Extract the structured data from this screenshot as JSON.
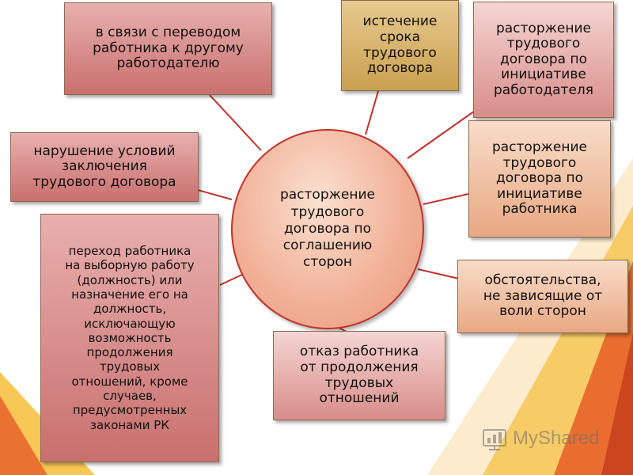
{
  "center": {
    "label": "расторжение\nтрудового\nдоговора по\nсоглашению\nсторон"
  },
  "nodes": {
    "transfer": "в связи с переводом\nработника к другому\nработодателю",
    "expiry": "истечение\nсрока\nтрудового\nдоговора",
    "employer_initiative": "расторжение\nтрудового\nдоговора по\nинициативе\nработодателя",
    "employee_initiative": "расторжение\nтрудового\nдоговора по\nинициативе\nработника",
    "circumstances": "обстоятельства,\nне зависящие от\nволи сторон",
    "refusal": "отказ работника\nот продолжения\nтрудовых\nотношений",
    "violation": "нарушение условий\nзаключения\nтрудового договора",
    "elected_position": "переход работника\nна выборную работу\n(должность) или\nназначение его на\nдолжность,\nисключающую\nвозможность\nпродолжения\nтрудовых\nотношений, кроме\nслучаев,\nпредусмотренных\nзаконами РК"
  },
  "watermark": {
    "text": "MyShared"
  },
  "colors": {
    "accent_orange": "#e8632a",
    "accent_yellow": "#f6c244",
    "center_border": "#c0322a"
  }
}
